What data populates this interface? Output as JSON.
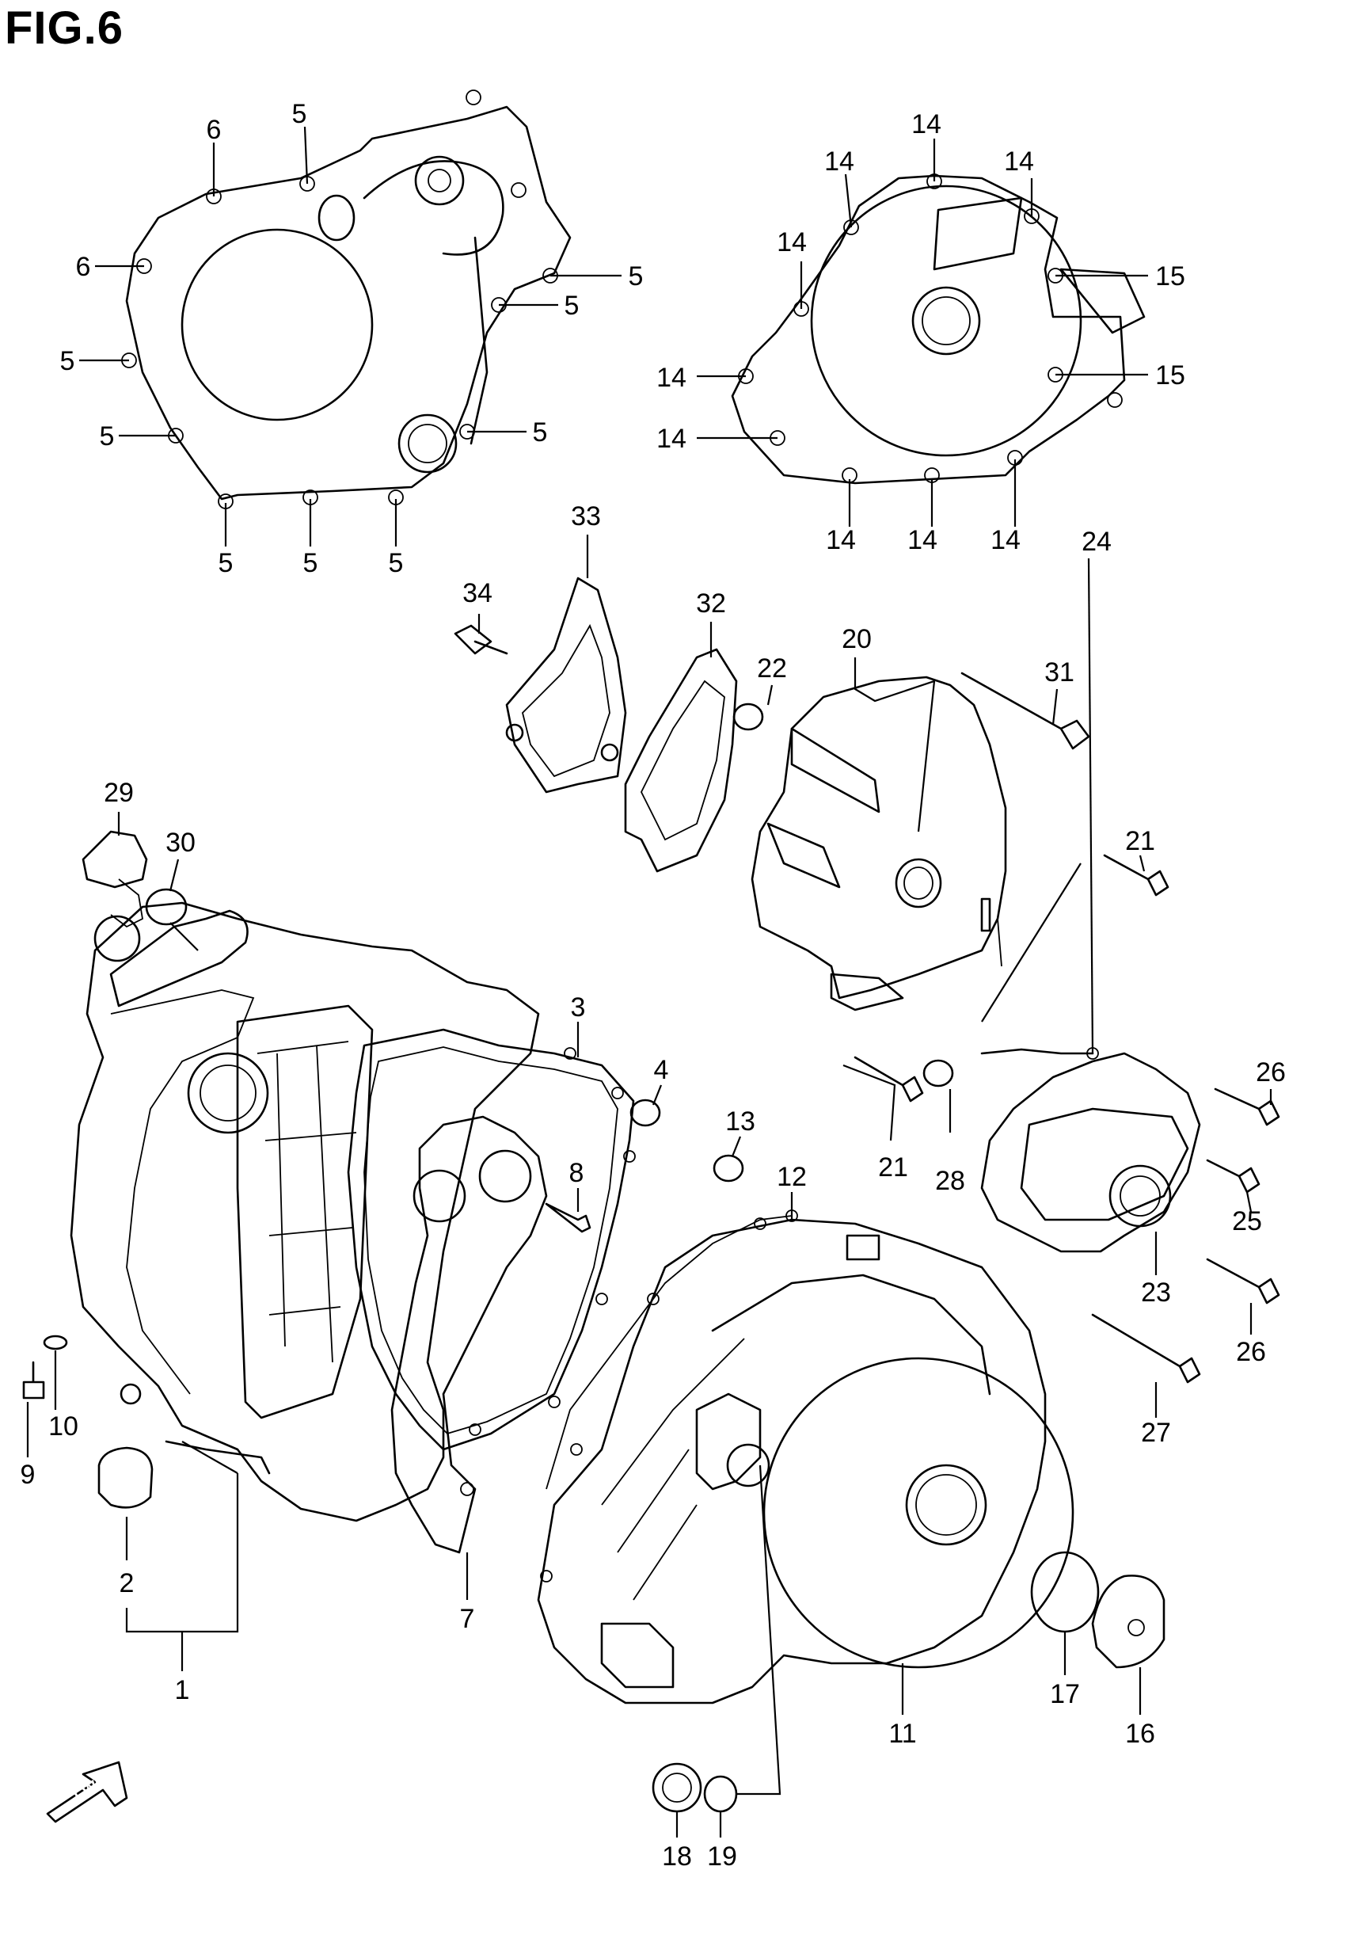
{
  "title": "FIG.6",
  "fwd_label": "FWD",
  "callouts": [
    {
      "id": "c5a",
      "text": "5"
    },
    {
      "id": "c6a",
      "text": "6"
    },
    {
      "id": "c6b",
      "text": "6"
    },
    {
      "id": "c5b",
      "text": "5"
    },
    {
      "id": "c5c",
      "text": "5"
    },
    {
      "id": "c5d",
      "text": "5"
    },
    {
      "id": "c5e",
      "text": "5"
    },
    {
      "id": "c5f",
      "text": "5"
    },
    {
      "id": "c5g",
      "text": "5"
    },
    {
      "id": "c5h",
      "text": "5"
    },
    {
      "id": "c5i",
      "text": "5"
    },
    {
      "id": "c14a",
      "text": "14"
    },
    {
      "id": "c14b",
      "text": "14"
    },
    {
      "id": "c14c",
      "text": "14"
    },
    {
      "id": "c14d",
      "text": "14"
    },
    {
      "id": "c14e",
      "text": "14"
    },
    {
      "id": "c14f",
      "text": "14"
    },
    {
      "id": "c14g",
      "text": "14"
    },
    {
      "id": "c14h",
      "text": "14"
    },
    {
      "id": "c14i",
      "text": "14"
    },
    {
      "id": "c15a",
      "text": "15"
    },
    {
      "id": "c15b",
      "text": "15"
    },
    {
      "id": "c33",
      "text": "33"
    },
    {
      "id": "c34",
      "text": "34"
    },
    {
      "id": "c32",
      "text": "32"
    },
    {
      "id": "c22",
      "text": "22"
    },
    {
      "id": "c20",
      "text": "20"
    },
    {
      "id": "c31",
      "text": "31"
    },
    {
      "id": "c29",
      "text": "29"
    },
    {
      "id": "c30",
      "text": "30"
    },
    {
      "id": "c21a",
      "text": "21"
    },
    {
      "id": "c24",
      "text": "24"
    },
    {
      "id": "c3",
      "text": "3"
    },
    {
      "id": "c4",
      "text": "4"
    },
    {
      "id": "c13",
      "text": "13"
    },
    {
      "id": "c12",
      "text": "12"
    },
    {
      "id": "c8",
      "text": "8"
    },
    {
      "id": "c26a",
      "text": "26"
    },
    {
      "id": "c21b",
      "text": "21"
    },
    {
      "id": "c28",
      "text": "28"
    },
    {
      "id": "c25",
      "text": "25"
    },
    {
      "id": "c23",
      "text": "23"
    },
    {
      "id": "c26b",
      "text": "26"
    },
    {
      "id": "c10",
      "text": "10"
    },
    {
      "id": "c9",
      "text": "9"
    },
    {
      "id": "c27",
      "text": "27"
    },
    {
      "id": "c2",
      "text": "2"
    },
    {
      "id": "c7",
      "text": "7"
    },
    {
      "id": "c17",
      "text": "17"
    },
    {
      "id": "c16",
      "text": "16"
    },
    {
      "id": "c1",
      "text": "1"
    },
    {
      "id": "c11",
      "text": "11"
    },
    {
      "id": "c18",
      "text": "18"
    },
    {
      "id": "c19",
      "text": "19"
    }
  ]
}
